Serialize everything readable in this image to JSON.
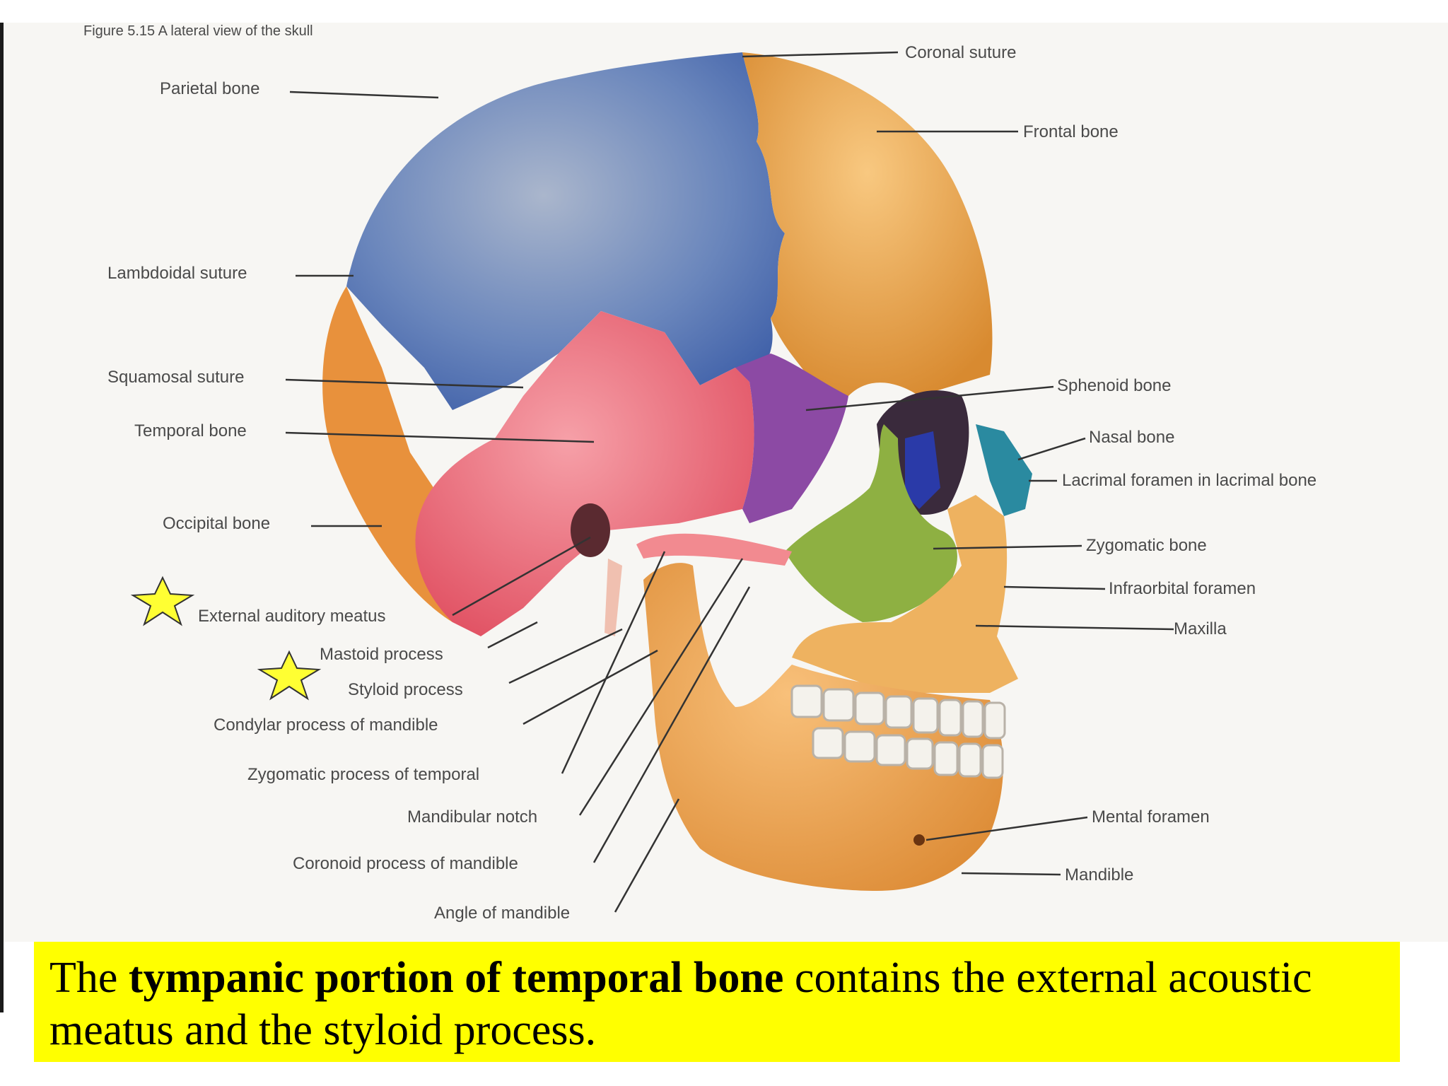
{
  "figure": {
    "caption_line": "Figure 5.15 A lateral view of the skull"
  },
  "labels": {
    "coronal_suture": "Coronal suture",
    "parietal_bone": "Parietal bone",
    "frontal_bone": "Frontal bone",
    "lambdoidal_suture": "Lambdoidal suture",
    "squamosal_suture": "Squamosal suture",
    "sphenoid_bone": "Sphenoid bone",
    "temporal_bone": "Temporal bone",
    "nasal_bone": "Nasal bone",
    "lacrimal_foramen": "Lacrimal foramen in lacrimal bone",
    "occipital_bone": "Occipital bone",
    "zygomatic_bone": "Zygomatic bone",
    "infraorbital_foramen": "Infraorbital foramen",
    "external_auditory_meatus": "External auditory meatus",
    "maxilla": "Maxilla",
    "mastoid_process": "Mastoid process",
    "styloid_process": "Styloid process",
    "condylar_process": "Condylar process of mandible",
    "zygomatic_process": "Zygomatic process of temporal",
    "mandibular_notch": "Mandibular notch",
    "mental_foramen": "Mental foramen",
    "coronoid_process": "Coronoid process of mandible",
    "mandible": "Mandible",
    "angle_of_mandible": "Angle of mandible"
  },
  "caption": {
    "prefix": "The ",
    "bold": "tympanic portion of temporal bone",
    "suffix": " contains the external acoustic meatus and the styloid process."
  },
  "colors": {
    "parietal": "#5a7bb8",
    "frontal": "#e8a040",
    "temporal": "#ec6a78",
    "sphenoid": "#8a4aa0",
    "zygomatic": "#8ab040",
    "occipital": "#e89040",
    "mandible": "#eca44c",
    "nasal": "#2a8aa0",
    "star": "#ffff33",
    "caption_bg": "#ffff00"
  }
}
